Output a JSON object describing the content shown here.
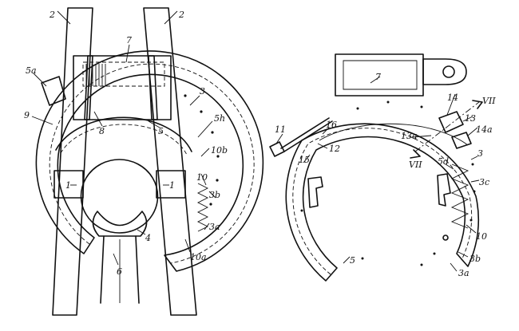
{
  "labels": {
    "l_2a": "2",
    "l_2b": "2",
    "l_7a": "7",
    "l_5a": "5a",
    "l_3a": "3",
    "l_9": "9",
    "l_8": "8",
    "l_5": "5",
    "l_5h": "5h",
    "l_10b": "10b",
    "l_10": "10",
    "l_3b": "3b",
    "l_1a": "1",
    "l_1b": "1",
    "l_3a_l": "3a",
    "l_4": "4",
    "l_10a": "10a",
    "l_6": "6",
    "r_7": "7",
    "r_VIIa": "VII",
    "r_14": "14",
    "r_13": "13",
    "r_14a": "14a",
    "r_11": "11",
    "r_16": "16",
    "r_12": "12",
    "r_13a": "13a",
    "r_3": "3",
    "r_VIIb": "VII",
    "r_15": "15",
    "r_5d": "5d",
    "r_3c": "3c",
    "r_10": "10",
    "r_5": "5",
    "r_3b": "3b",
    "r_3a": "3a"
  }
}
